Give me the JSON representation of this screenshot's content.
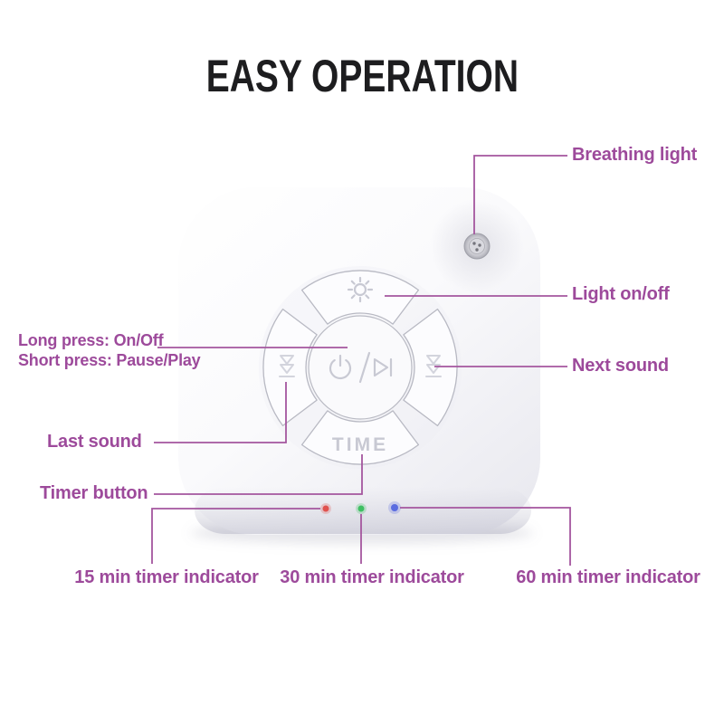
{
  "title": "EASY OPERATION",
  "colors": {
    "label": "#9d4a9b",
    "line": "#a4569e",
    "title": "#1d1d1f",
    "led_red": "#e0524e",
    "led_green": "#3fbf63",
    "led_blue": "#5a6ce0"
  },
  "device": {
    "time_label": "TIME",
    "icons": {
      "top": "light-sun-icon",
      "center": "power-play-pause-icon",
      "left": "previous-sound-icon",
      "right": "next-sound-icon",
      "corner": "breathing-light-led"
    },
    "indicator_leds": [
      "red",
      "green",
      "blue"
    ]
  },
  "labels": {
    "breathing": "Breathing light",
    "light": "Light on/off",
    "next": "Next sound",
    "long_press_line1": "Long press: On/Off",
    "long_press_line2": "Short press: Pause/Play",
    "last": "Last sound",
    "timer": "Timer button",
    "timer15": "15 min timer indicator",
    "timer30": "30 min timer indicator",
    "timer60": "60 min timer indicator"
  }
}
